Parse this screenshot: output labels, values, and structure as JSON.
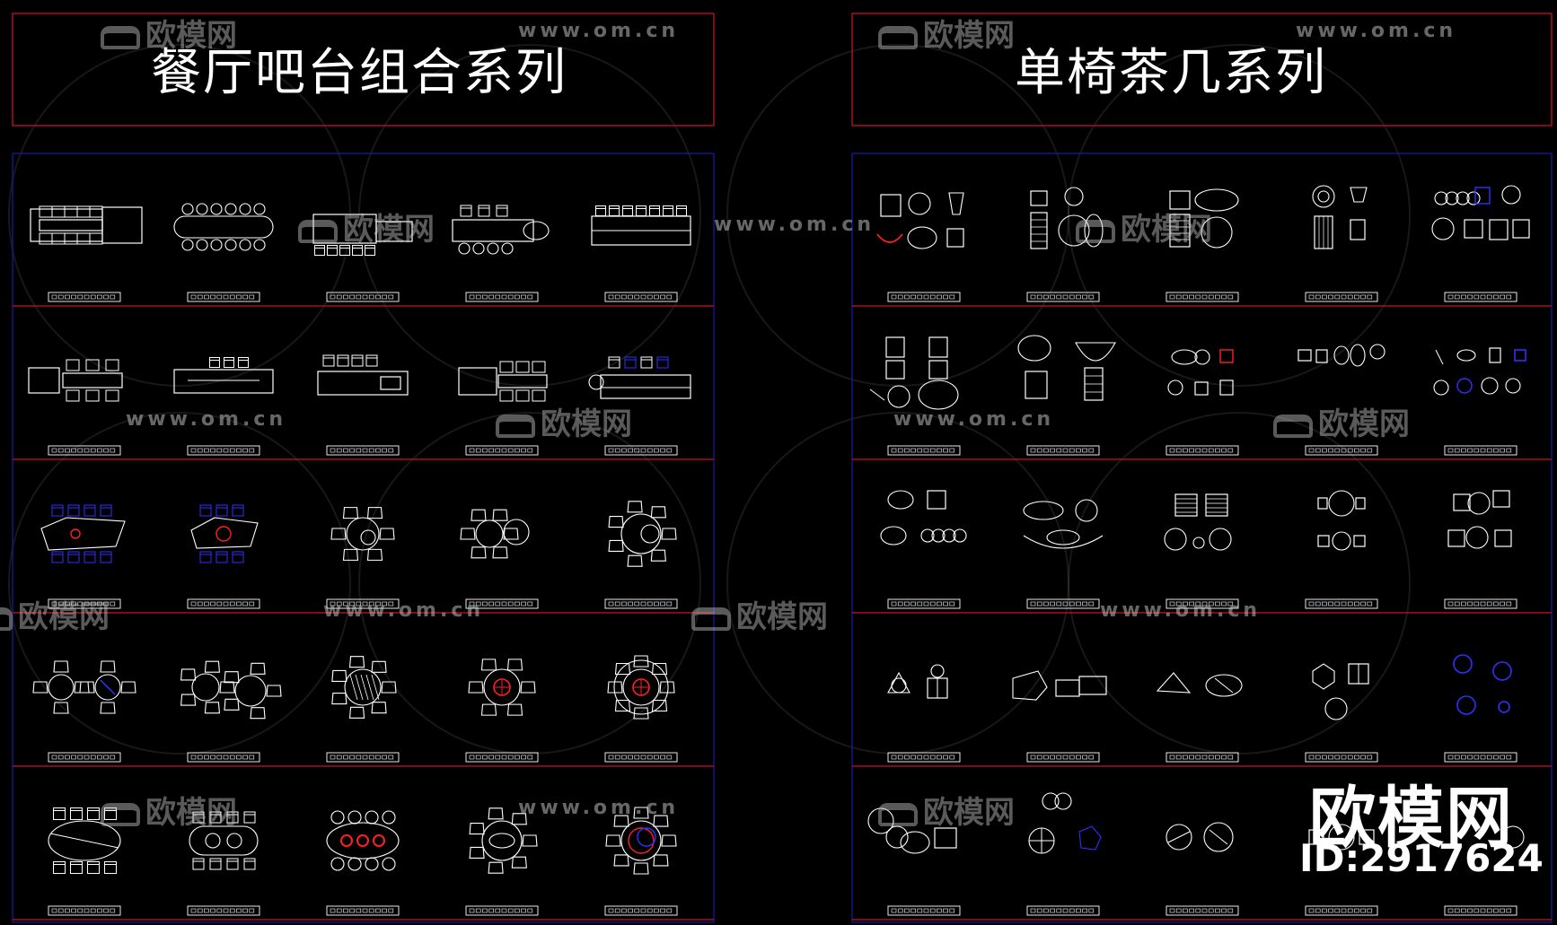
{
  "panels": [
    {
      "title": "餐厅吧台组合系列"
    },
    {
      "title": "单椅茶几系列"
    }
  ],
  "watermark": {
    "url": "www.om.cn",
    "logo_text": "欧模网"
  },
  "brand": {
    "logo_text": "欧模网",
    "id_text": "ID:2917624"
  },
  "colors": {
    "background": "#000000",
    "title_frame": "#c8102e",
    "content_frame": "#1a1aa0",
    "row_divider": "#d01020",
    "drawing_line": "#ffffff",
    "accent_red": "#ff2020",
    "accent_blue": "#3030ff"
  },
  "grid": {
    "rows_per_panel": 5,
    "cells_per_row": 5
  }
}
